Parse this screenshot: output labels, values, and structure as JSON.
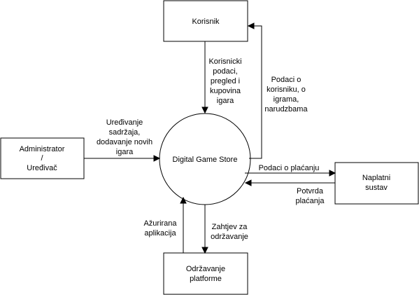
{
  "nodes": {
    "korisnik": "Korisnik",
    "administrator_lines": [
      "Administrator",
      "/",
      "Uređivač"
    ],
    "process": "Digital Game Store",
    "naplatni_lines": [
      "Naplatni",
      "sustav"
    ],
    "odrzavanje_lines": [
      "Održavanje",
      "platforme"
    ]
  },
  "flows": {
    "korisnik_to_process": [
      "Korisnicki",
      "podaci,",
      "pregled i",
      "kupovina",
      "igara"
    ],
    "process_to_korisnik": [
      "Podaci o",
      "korisniku, o",
      "igrama,",
      "narudzbama"
    ],
    "admin_to_process": [
      "Uređivanje",
      "sadržaja,",
      "dodavanje novih",
      "igara"
    ],
    "process_to_naplatni": [
      "Podaci o plaćanju"
    ],
    "naplatni_to_process": [
      "Potvrda",
      "plaćanja"
    ],
    "odrzavanje_to_process": [
      "Ažurirana",
      "aplikacija"
    ],
    "process_to_odrzavanje": [
      "Zahtjev za",
      "održavanje"
    ]
  }
}
